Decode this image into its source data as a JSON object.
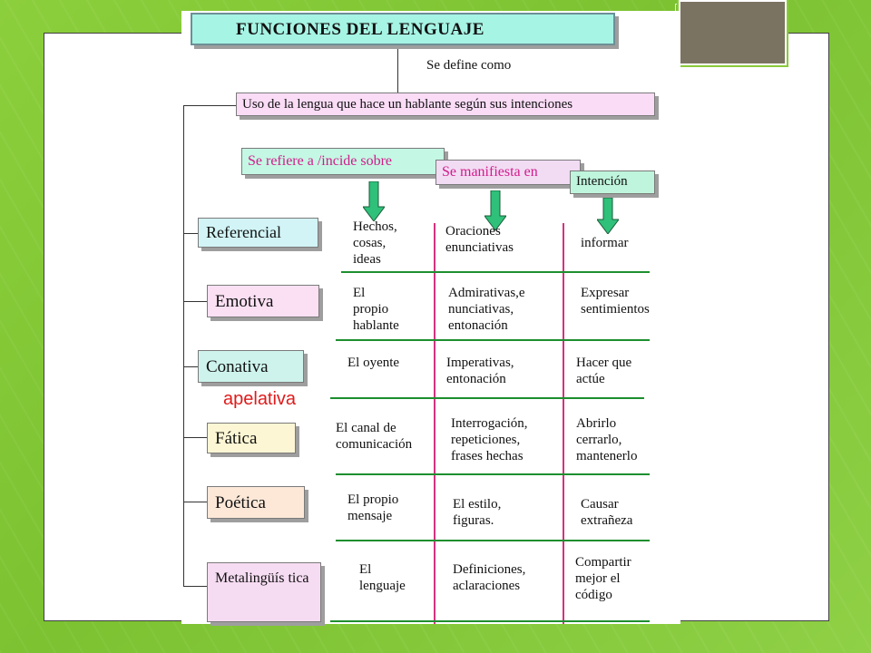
{
  "diagram": {
    "title": "FUNCIONES DEL LENGUAJE",
    "defined_as_label": "Se define como",
    "definition": "Uso de la lengua que hace un hablante según sus intenciones",
    "headers": {
      "refers_to": "Se refiere a /incide sobre",
      "manifests_in": "Se manifiesta en",
      "intention": "Intención"
    },
    "functions": [
      {
        "name": "Referencial",
        "refers": "Hechos,\ncosas,\nideas",
        "manifests": "Oraciones\nenunciativas",
        "intention": "informar"
      },
      {
        "name": "Emotiva",
        "refers": "El\npropio\nhablante",
        "manifests": "Admirativas,e\nnunciativas,\nentonación",
        "intention": "Expresar\nsentimientos"
      },
      {
        "name": "Conativa",
        "refers": "El oyente",
        "manifests": "Imperativas,\nentonación",
        "intention": "Hacer que\nactúe"
      },
      {
        "name": "Fática",
        "refers": "El canal de\ncomunicación",
        "manifests": "Interrogación,\nrepeticiones,\nfrases hechas",
        "intention": "Abrirlo\ncerrarlo,\nmantenerlo"
      },
      {
        "name": "Poética",
        "refers": "El propio\nmensaje",
        "manifests": "El estilo,\nfiguras.",
        "intention": "Causar\nextrañeza"
      },
      {
        "name": "Metalingüís tica",
        "refers": "El\nlenguaje",
        "manifests": "Definiciones,\naclaraciones",
        "intention": "Compartir\nmejor el\ncódigo"
      }
    ],
    "annotation": "apelativa",
    "colors": {
      "title_bg": "#a6f4e4",
      "accent_pink": "#d21b8a",
      "row_divider": "#1d8f2f",
      "column_divider": "#d4327f",
      "annotation": "#e01b1b",
      "arrow_fill": "#2fc07a"
    }
  }
}
